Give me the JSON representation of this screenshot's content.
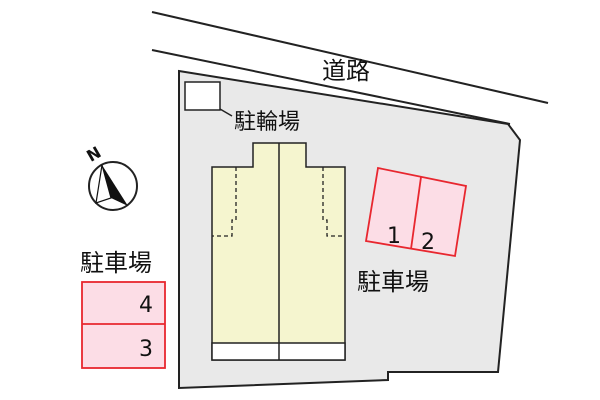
{
  "road": {
    "label": "道路"
  },
  "bicycle_parking": {
    "label": "駐輪場"
  },
  "parking_right": {
    "label": "駐車場",
    "spaces": [
      "1",
      "2"
    ]
  },
  "parking_left": {
    "label": "駐車場",
    "spaces": [
      "4",
      "3"
    ]
  },
  "compass": {
    "north_label": "N"
  },
  "colors": {
    "lot": "#e9e9e9",
    "building": "#f5f5cf",
    "parking_fill": "#fcdde6",
    "parking_border": "#e8272f",
    "outline": "#222222"
  }
}
